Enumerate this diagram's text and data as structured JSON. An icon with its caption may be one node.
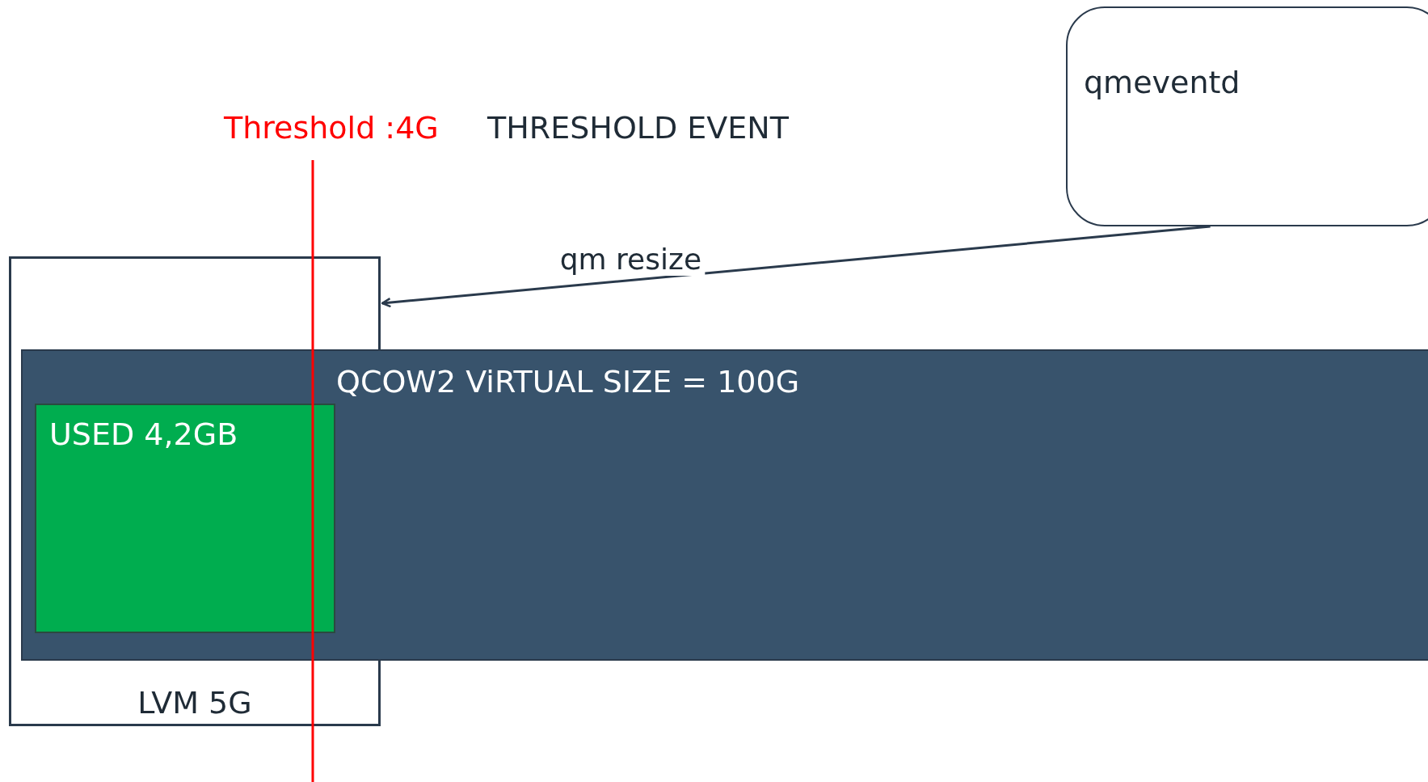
{
  "diagram": {
    "nodes": [
      {
        "text": [
          "qmeventd"
        ]
      },
      {
        "text": [
          "LVM 5G"
        ]
      },
      {
        "text": [
          "QCOW2 ViRTUAL SIZE = 100G"
        ]
      },
      {
        "text": [
          "USED 4,2GB"
        ]
      }
    ],
    "edges": [
      {
        "from": 0,
        "to": 1,
        "arrow": "to",
        "label": "qm resize"
      }
    ],
    "labels": [
      "Threshold :4G",
      "THRESHOLD EVENT"
    ]
  }
}
